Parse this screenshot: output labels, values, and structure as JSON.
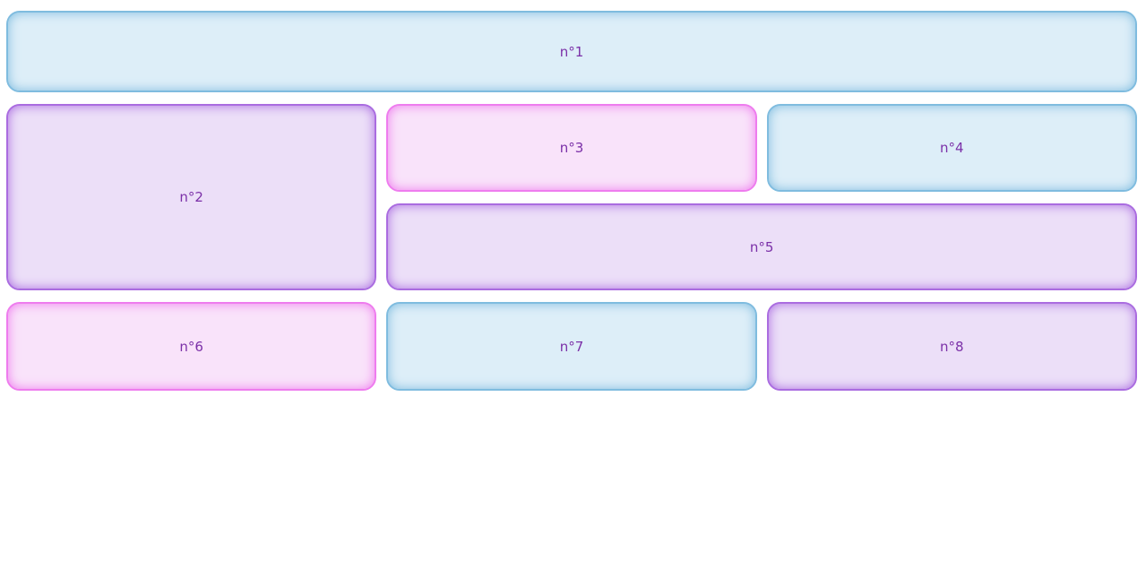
{
  "page": {
    "background": "#ffffff"
  },
  "palette": {
    "text": "#7b30a8",
    "blue": {
      "border": "#7fbcdf",
      "fill": "#ddeef8"
    },
    "purple": {
      "border": "#aa6ce0",
      "fill": "#ecdff8"
    },
    "pink": {
      "border": "#ee7cee",
      "fill": "#f9e3fa"
    }
  },
  "boxes": [
    {
      "label": "n°1",
      "variant": "blue"
    },
    {
      "label": "n°2",
      "variant": "purple"
    },
    {
      "label": "n°3",
      "variant": "pink"
    },
    {
      "label": "n°4",
      "variant": "blue"
    },
    {
      "label": "n°5",
      "variant": "purple"
    },
    {
      "label": "n°6",
      "variant": "pink"
    },
    {
      "label": "n°7",
      "variant": "blue"
    },
    {
      "label": "n°8",
      "variant": "purple"
    }
  ]
}
